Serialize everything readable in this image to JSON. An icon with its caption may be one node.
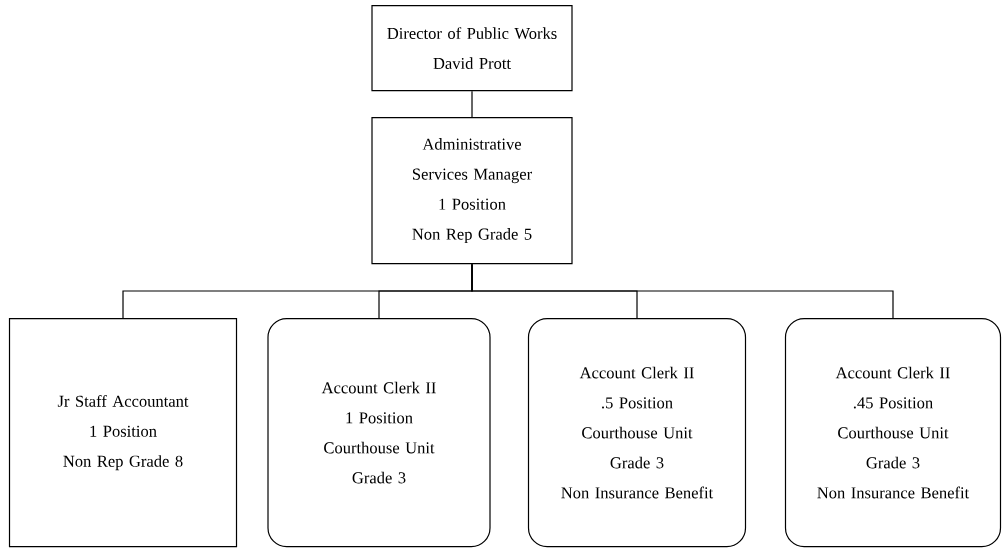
{
  "diagram": {
    "nodes": [
      {
        "text": [
          "Director of Public Works",
          "David Prott"
        ]
      },
      {
        "text": [
          "Administrative Services Manager",
          "1 Position",
          "Non Rep Grade 5"
        ]
      },
      {
        "text": [
          "Jr Staff Accountant",
          "1 Position",
          "Non Rep Grade 8"
        ]
      },
      {
        "text": [
          "Account Clerk II",
          "1 Position",
          "Courthouse Unit",
          "Grade 3"
        ]
      },
      {
        "text": [
          "Account Clerk II",
          ".5 Position",
          "Courthouse Unit",
          "Grade 3",
          "Non Insurance Benefit"
        ]
      },
      {
        "text": [
          "Account Clerk II",
          ".45 Position",
          "Courthouse Unit",
          "Grade 3",
          "Non Insurance Benefit"
        ]
      }
    ],
    "edges": [
      {
        "from": 0,
        "to": 1,
        "arrow": "none"
      },
      {
        "from": 1,
        "to": 2,
        "arrow": "none"
      },
      {
        "from": 1,
        "to": 3,
        "arrow": "none"
      },
      {
        "from": 1,
        "to": 4,
        "arrow": "none"
      },
      {
        "from": 1,
        "to": 5,
        "arrow": "none"
      }
    ]
  }
}
